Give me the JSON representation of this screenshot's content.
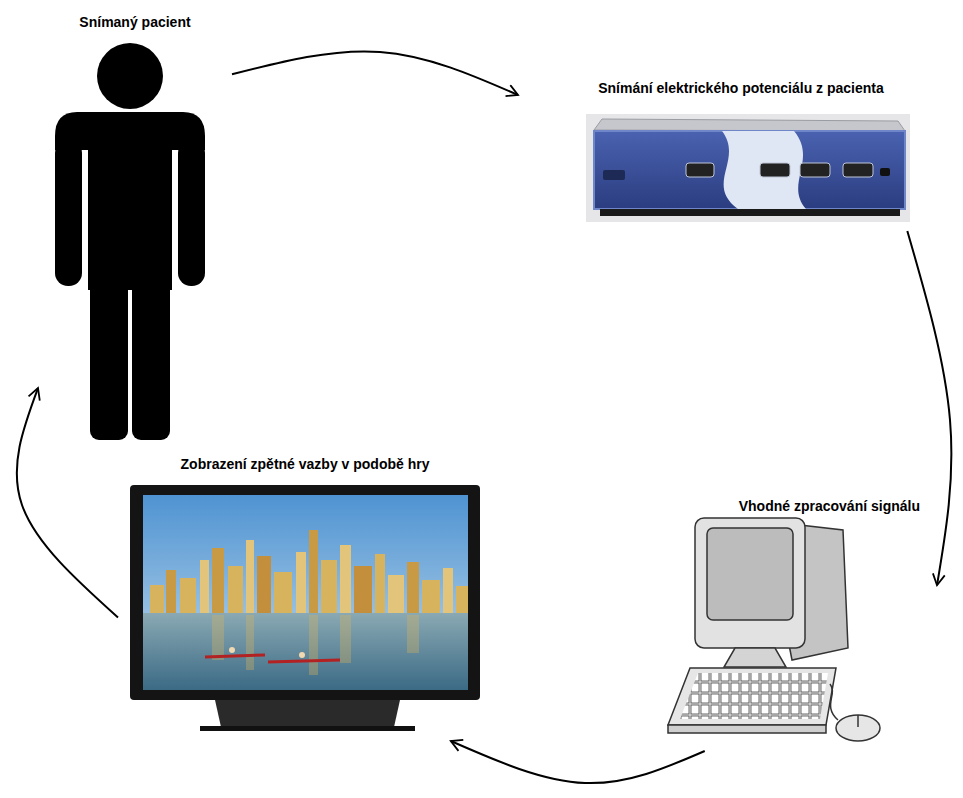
{
  "diagram": {
    "nodes": [
      {
        "text": [
          "Snímaný pacient"
        ]
      },
      {
        "text": [
          "Snímání elektrického potenciálu z pacienta"
        ]
      },
      {
        "text": [
          "Vhodné zpracování signálu"
        ]
      },
      {
        "text": [
          "Zobrazení zpětné vazby v podobě hry"
        ]
      }
    ],
    "edges": [
      {
        "from": 0,
        "to": 1,
        "arrow": "to"
      },
      {
        "from": 1,
        "to": 2,
        "arrow": "to"
      },
      {
        "from": 2,
        "to": 3,
        "arrow": "to"
      },
      {
        "from": 3,
        "to": 0,
        "arrow": "to"
      }
    ]
  }
}
